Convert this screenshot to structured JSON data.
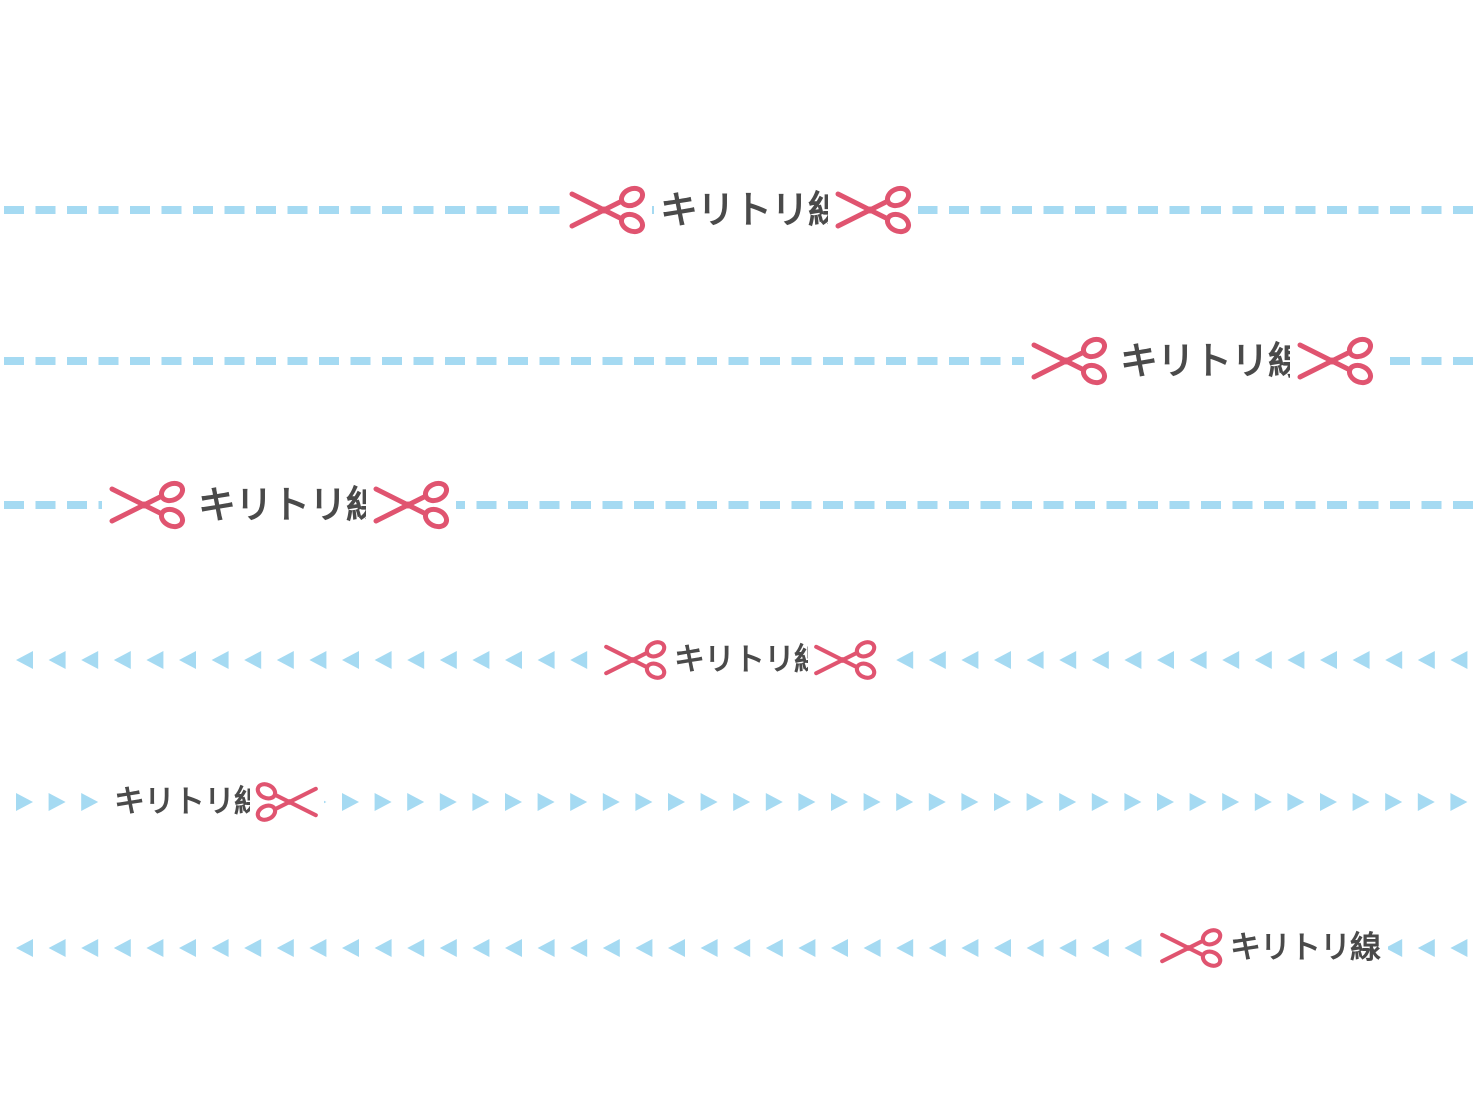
{
  "label_text": "キリトリ線",
  "colors": {
    "dash": "#a5daf2",
    "scissors": "#e05470",
    "text": "#4a4a4a",
    "background": "#ffffff"
  },
  "icons": {
    "scissors": "scissors-icon",
    "dash": "dash-segment",
    "triangle_left": "triangle-left-marker",
    "triangle_right": "triangle-right-marker"
  },
  "lines": [
    {
      "id": "line-1",
      "style": "dash",
      "label": "キリトリ線",
      "scissors": "both"
    },
    {
      "id": "line-2",
      "style": "dash",
      "label": "キリトリ線",
      "scissors": "both"
    },
    {
      "id": "line-3",
      "style": "dash",
      "label": "キリトリ線",
      "scissors": "both"
    },
    {
      "id": "line-4",
      "style": "triangle-left",
      "label": "キリトリ線",
      "scissors": "both"
    },
    {
      "id": "line-5",
      "style": "triangle-right",
      "label": "キリトリ線",
      "scissors": "right"
    },
    {
      "id": "line-6",
      "style": "triangle-left",
      "label": "キリトリ線",
      "scissors": "left"
    }
  ]
}
